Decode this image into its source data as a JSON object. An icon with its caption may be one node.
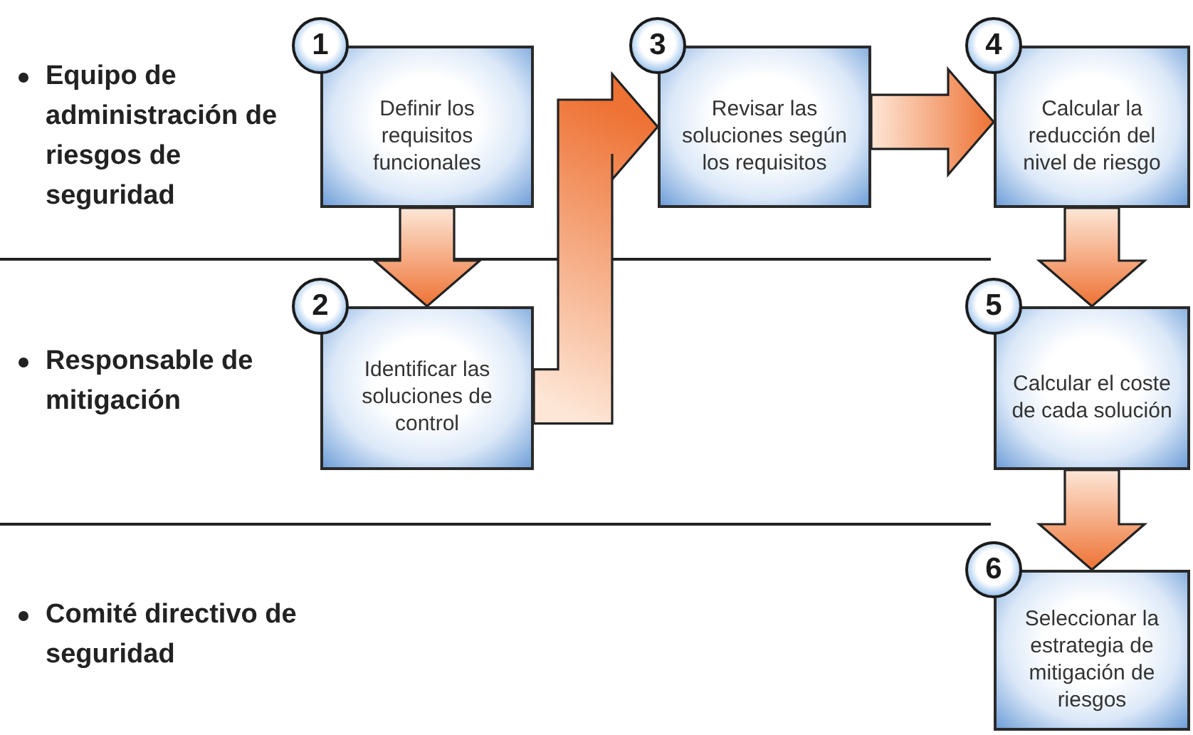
{
  "diagram": {
    "nodes": [
      {
        "text": [
          "1",
          "Definir los requisitos funcionales"
        ]
      },
      {
        "text": [
          "2",
          "Identificar las soluciones de control"
        ]
      },
      {
        "text": [
          "3",
          "Revisar las soluciones según los requisitos"
        ]
      },
      {
        "text": [
          "4",
          "Calcular la reducción del nivel de riesgo"
        ]
      },
      {
        "text": [
          "5",
          "Calcular el coste de cada solución"
        ]
      },
      {
        "text": [
          "6",
          "Seleccionar la estrategia de mitigación de riesgos"
        ]
      }
    ],
    "edges": [
      {
        "from": 0,
        "to": 1,
        "arrow": "to"
      },
      {
        "from": 1,
        "to": 2,
        "arrow": "to"
      },
      {
        "from": 2,
        "to": 3,
        "arrow": "to"
      },
      {
        "from": 3,
        "to": 4,
        "arrow": "to"
      },
      {
        "from": 4,
        "to": 5,
        "arrow": "to"
      }
    ],
    "labels": [
      "Equipo de administración de riesgos de seguridad",
      "Responsable de mitigación",
      "Comité directivo de seguridad"
    ]
  }
}
